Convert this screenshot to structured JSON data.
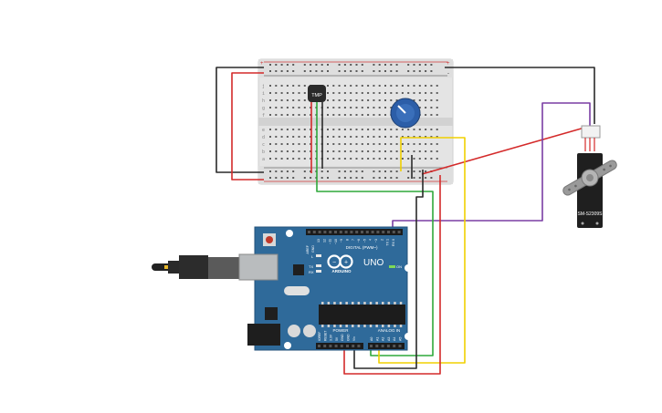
{
  "breadboard": {
    "row_letters_top": [
      "j",
      "i",
      "h",
      "g",
      "f"
    ],
    "row_letters_bottom": [
      "e",
      "d",
      "c",
      "b",
      "a"
    ],
    "rail_plus": "+",
    "rail_minus": "-"
  },
  "sensor": {
    "label": "TMP"
  },
  "servo": {
    "label": "SM-S2309S"
  },
  "arduino": {
    "brand": "ARDUINO",
    "model": "UNO",
    "digital_label": "DIGITAL (PWM~)",
    "power_label": "POWER",
    "analog_label": "ANALOG IN",
    "on_label": "ON",
    "tx_label": "TX",
    "rx_label": "RX",
    "l_label": "L",
    "aref_label": "AREF",
    "gnd_label": "GND",
    "digital_pins": [
      "13",
      "12",
      "~11",
      "~10",
      "~9",
      "8",
      "7",
      "~6",
      "~5",
      "4",
      "~3",
      "2",
      "TX 1",
      "RX 0"
    ],
    "power_pins": [
      "IOREF",
      "RESET",
      "3.3V",
      "5V",
      "GND",
      "GND",
      "Vin"
    ],
    "analog_pins": [
      "A0",
      "A1",
      "A2",
      "A3",
      "A4",
      "A5"
    ]
  },
  "colors": {
    "board_blue": "#2f6a9a",
    "breadboard": "#e6e6e6",
    "wire_red": "#d42a2a",
    "wire_black": "#2a2a2a",
    "wire_green": "#2fa83a",
    "wire_yellow": "#f0d000",
    "wire_purple": "#7a3da3",
    "pot_blue": "#2c5ea8"
  }
}
